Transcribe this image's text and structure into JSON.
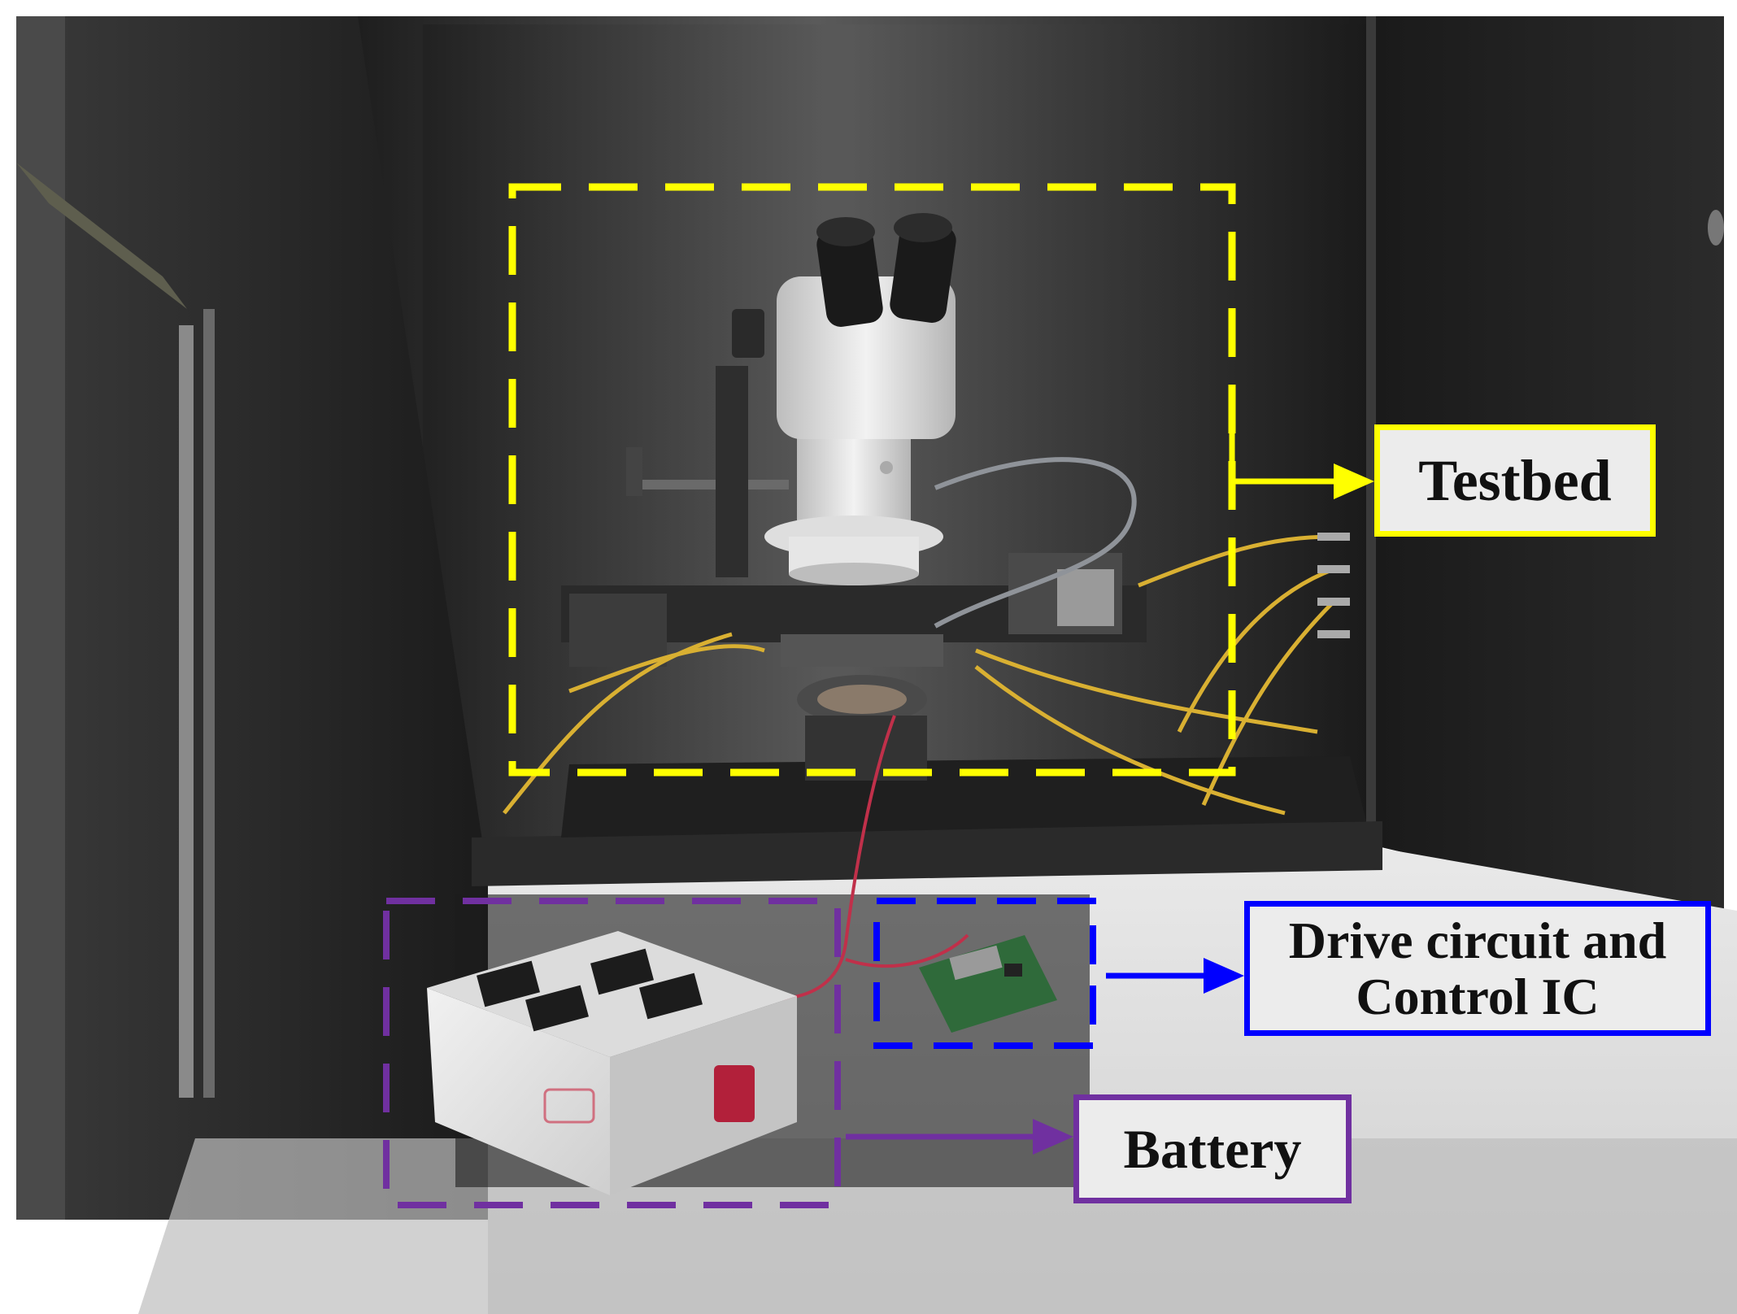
{
  "colors": {
    "testbed": "#ffff00",
    "drive": "#0000ff",
    "battery": "#7030a0"
  },
  "labels": {
    "testbed": "Testbed",
    "drive_line1": "Drive circuit and",
    "drive_line2": "Control IC",
    "battery": "Battery"
  }
}
